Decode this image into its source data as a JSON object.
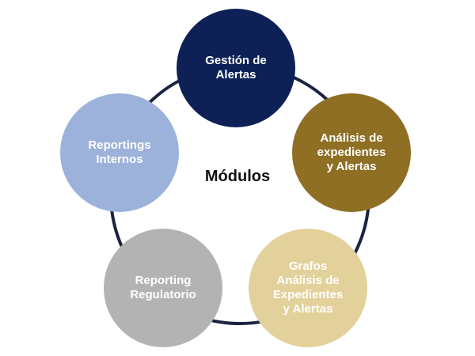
{
  "center_label": "Módulos",
  "modules": [
    {
      "label": "Gestión de\nAlertas",
      "color": "#0d2157"
    },
    {
      "label": "Análisis de\nexpedientes\ny Alertas",
      "color": "#8f6f23"
    },
    {
      "label": "Grafos\nAnálisis de\nExpedientes\ny Alertas",
      "color": "#e3d19b"
    },
    {
      "label": "Reporting\nRegulatorio",
      "color": "#b3b3b3"
    },
    {
      "label": "Reportings\nInternos",
      "color": "#9db2da"
    }
  ],
  "ring_color": "#1b2440"
}
